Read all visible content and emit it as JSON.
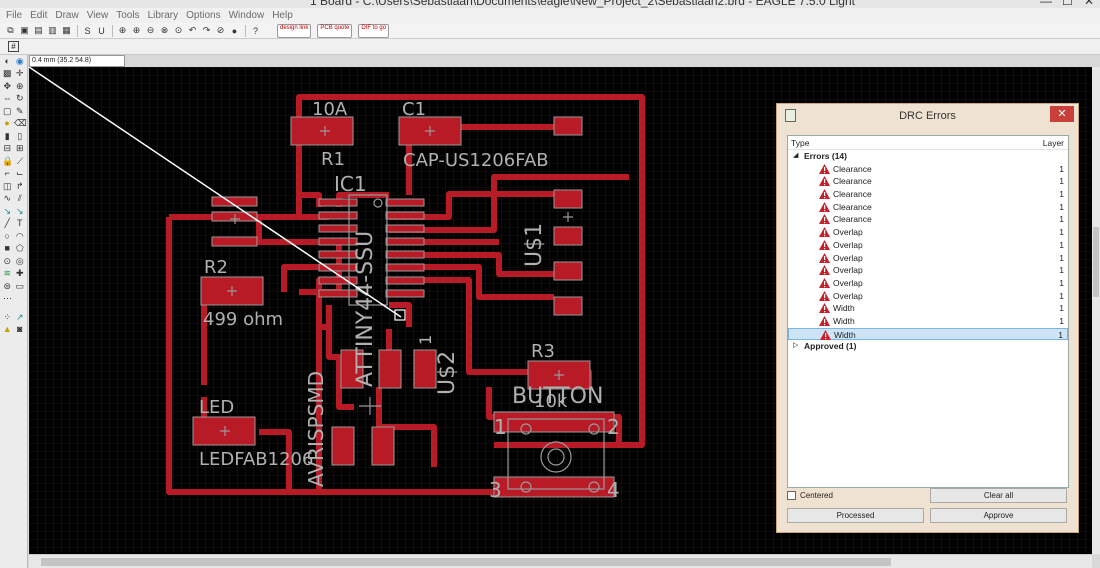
{
  "window": {
    "title": "1 Board - C:\\Users\\Sebastiaan\\Documents\\eagle\\New_Project_2\\Sebastiaan2.brd - EAGLE 7.5.0 Light"
  },
  "menu": [
    "File",
    "Edit",
    "Draw",
    "View",
    "Tools",
    "Library",
    "Options",
    "Window",
    "Help"
  ],
  "toolbar": {
    "badges": [
      "design link",
      "PCB quote",
      "DIF to go"
    ]
  },
  "coord": "0.4 mm (35.2 54.8)",
  "board": {
    "labels": [
      {
        "id": "r1-value",
        "text": "10A"
      },
      {
        "id": "r1-name",
        "text": "R1"
      },
      {
        "id": "c1-name",
        "text": "C1"
      },
      {
        "id": "c1-value",
        "text": "CAP-US1206FAB"
      },
      {
        "id": "ic1-name",
        "text": "IC1"
      },
      {
        "id": "ic1-value",
        "text": "ATTINY44-SSU"
      },
      {
        "id": "u1-name",
        "text": "U$1"
      },
      {
        "id": "r2-name",
        "text": "R2"
      },
      {
        "id": "r2-value",
        "text": "499 ohm"
      },
      {
        "id": "u2-name",
        "text": "U$2"
      },
      {
        "id": "u2-pin",
        "text": "1"
      },
      {
        "id": "avr-name",
        "text": "AVRISPSMD"
      },
      {
        "id": "r3-name",
        "text": "R3"
      },
      {
        "id": "r3-value",
        "text": "10k"
      },
      {
        "id": "button-name",
        "text": "BUTTON"
      },
      {
        "id": "led-name",
        "text": "LED"
      },
      {
        "id": "led-value",
        "text": "LEDFAB1206"
      },
      {
        "id": "btn-pin1",
        "text": "1"
      },
      {
        "id": "btn-pin2",
        "text": "2"
      },
      {
        "id": "btn-pin3",
        "text": "3"
      },
      {
        "id": "btn-pin4",
        "text": "4"
      }
    ]
  },
  "drc": {
    "title": "DRC Errors",
    "close": "✕",
    "col_type": "Type",
    "col_layer": "Layer",
    "errors_group": "Errors (14)",
    "errors": [
      {
        "type": "Clearance",
        "layer": "1"
      },
      {
        "type": "Clearance",
        "layer": "1"
      },
      {
        "type": "Clearance",
        "layer": "1"
      },
      {
        "type": "Clearance",
        "layer": "1"
      },
      {
        "type": "Clearance",
        "layer": "1"
      },
      {
        "type": "Overlap",
        "layer": "1"
      },
      {
        "type": "Overlap",
        "layer": "1"
      },
      {
        "type": "Overlap",
        "layer": "1"
      },
      {
        "type": "Overlap",
        "layer": "1"
      },
      {
        "type": "Overlap",
        "layer": "1"
      },
      {
        "type": "Overlap",
        "layer": "1"
      },
      {
        "type": "Width",
        "layer": "1"
      },
      {
        "type": "Width",
        "layer": "1"
      },
      {
        "type": "Width",
        "layer": "1"
      }
    ],
    "approved_group": "Approved (1)",
    "centered": "Centered",
    "clear_all": "Clear all",
    "processed": "Processed",
    "approve": "Approve",
    "selected_index": 13
  }
}
